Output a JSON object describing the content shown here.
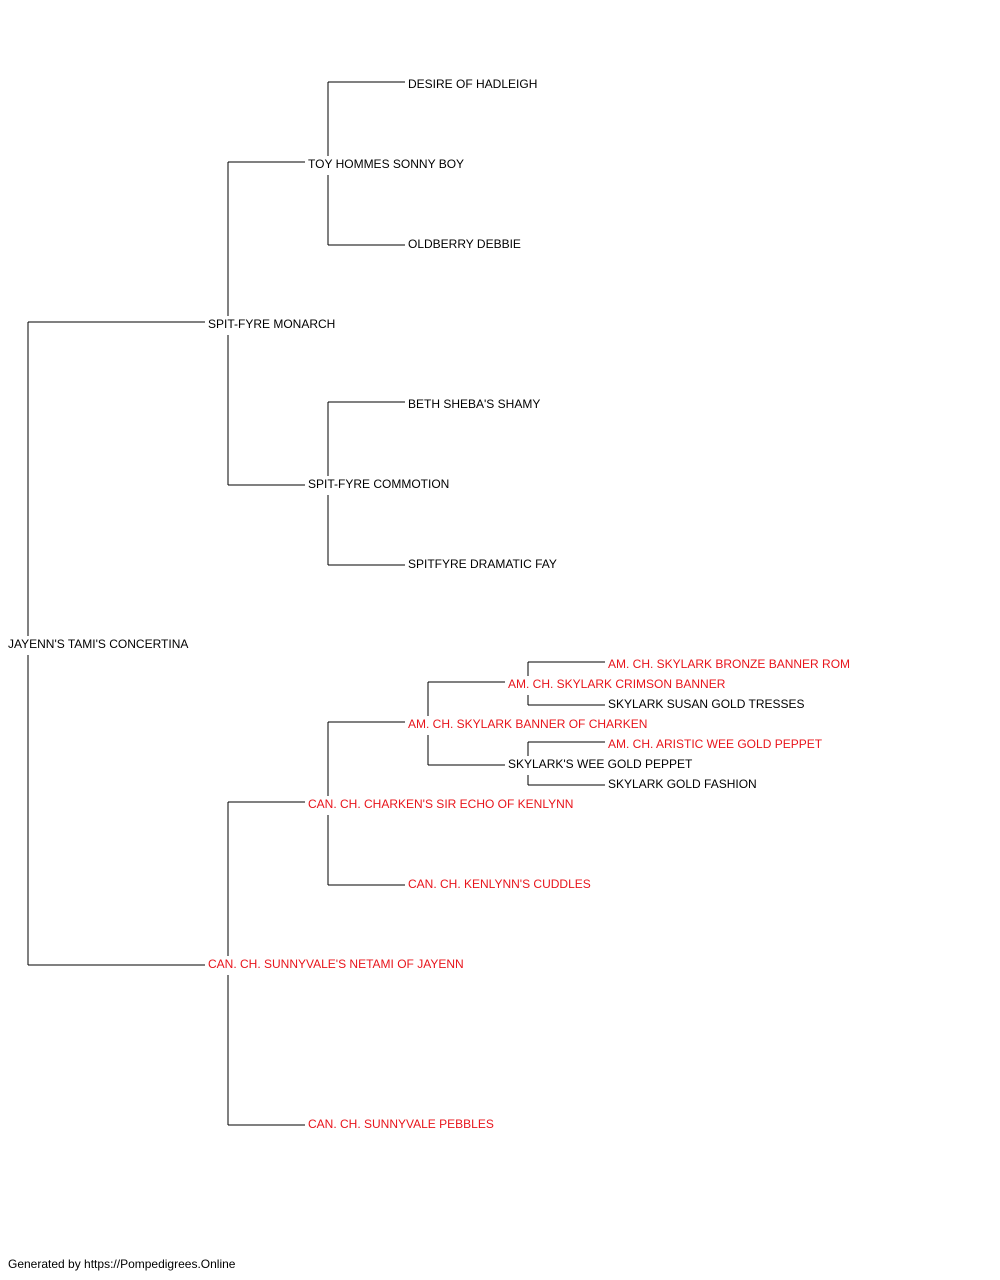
{
  "colors": {
    "normal": "#000000",
    "champion": "#e8141b",
    "line": "#000000"
  },
  "pedigree": {
    "dog": {
      "name": "JAYENN'S TAMI'S CONCERTINA",
      "champion": false
    },
    "sire": {
      "name": "SPIT-FYRE MONARCH",
      "champion": false
    },
    "dam": {
      "name": "CAN. CH. SUNNYVALE'S NETAMI OF JAYENN",
      "champion": true
    },
    "sire_sire": {
      "name": "TOY HOMMES SONNY BOY",
      "champion": false
    },
    "sire_dam": {
      "name": "SPIT-FYRE COMMOTION",
      "champion": false
    },
    "dam_sire": {
      "name": "CAN. CH. CHARKEN'S SIR ECHO OF KENLYNN",
      "champion": true
    },
    "dam_dam": {
      "name": "CAN. CH. SUNNYVALE PEBBLES",
      "champion": true
    },
    "sire_sire_sire": {
      "name": "DESIRE OF HADLEIGH",
      "champion": false
    },
    "sire_sire_dam": {
      "name": "OLDBERRY DEBBIE",
      "champion": false
    },
    "sire_dam_sire": {
      "name": "BETH SHEBA'S SHAMY",
      "champion": false
    },
    "sire_dam_dam": {
      "name": "SPITFYRE DRAMATIC FAY",
      "champion": false
    },
    "dam_sire_sire": {
      "name": "AM. CH. SKYLARK BANNER OF CHARKEN",
      "champion": true
    },
    "dam_sire_dam": {
      "name": "CAN. CH. KENLYNN'S CUDDLES",
      "champion": true
    },
    "dam_sire_sire_sire": {
      "name": "AM. CH. SKYLARK CRIMSON BANNER",
      "champion": true
    },
    "dam_sire_sire_dam": {
      "name": "SKYLARK'S WEE GOLD PEPPET",
      "champion": false
    },
    "dam_sire_sire_sire_sire": {
      "name": "AM. CH. SKYLARK BRONZE BANNER ROM",
      "champion": true
    },
    "dam_sire_sire_sire_dam": {
      "name": "SKYLARK SUSAN GOLD TRESSES",
      "champion": false
    },
    "dam_sire_sire_dam_sire": {
      "name": "AM. CH. ARISTIC WEE GOLD PEPPET",
      "champion": true
    },
    "dam_sire_sire_dam_dam": {
      "name": "SKYLARK GOLD FASHION",
      "champion": false
    }
  },
  "footer": "Generated by https://Pompedigrees.Online"
}
